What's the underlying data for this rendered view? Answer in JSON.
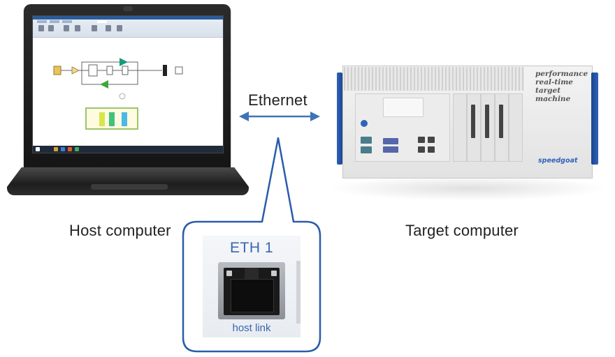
{
  "labels": {
    "host": "Host computer",
    "target": "Target computer",
    "connection": "Ethernet"
  },
  "port_callout": {
    "port_name": "ETH 1",
    "port_caption": "host link"
  },
  "target_machine": {
    "tagline": [
      "performance",
      "real-time",
      "target",
      "machine"
    ],
    "brand": "speedgoat"
  },
  "colors": {
    "link_arrow": "#3d74b6",
    "callout_border": "#2a5cab",
    "rail_blue": "#2f63b8",
    "port_text": "#3a66b0"
  },
  "icons": {
    "host": "laptop-icon",
    "target": "rack-server-icon",
    "port": "rj45-port-icon"
  }
}
